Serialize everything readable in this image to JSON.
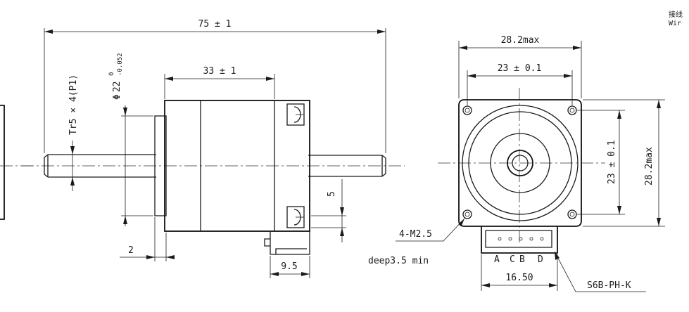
{
  "side_view": {
    "overall_length": "75 ± 1",
    "body_length": "33 ± 1",
    "shaft_thread": "Tr5 × 4(P1)",
    "pilot_diameter": {
      "symbol": "Φ",
      "value": "22",
      "upper_tol": "0",
      "lower_tol": "-0.052"
    },
    "pilot_depth": "2",
    "connector_height": "5",
    "connector_length": "9.5"
  },
  "front_view": {
    "width_max": "28.2max",
    "hole_spacing_x": "23 ± 0.1",
    "hole_spacing_y": "23 ± 0.1",
    "height_max": "28.2max",
    "mount_holes": "4-M2.5",
    "hole_depth": "deep3.5 min",
    "pins": [
      "A",
      "C",
      "B",
      "D"
    ],
    "connector_width": "16.50",
    "connector_part": "S6B-PH-K"
  },
  "corner_note": {
    "line1": "接线",
    "line2": "Wir"
  }
}
